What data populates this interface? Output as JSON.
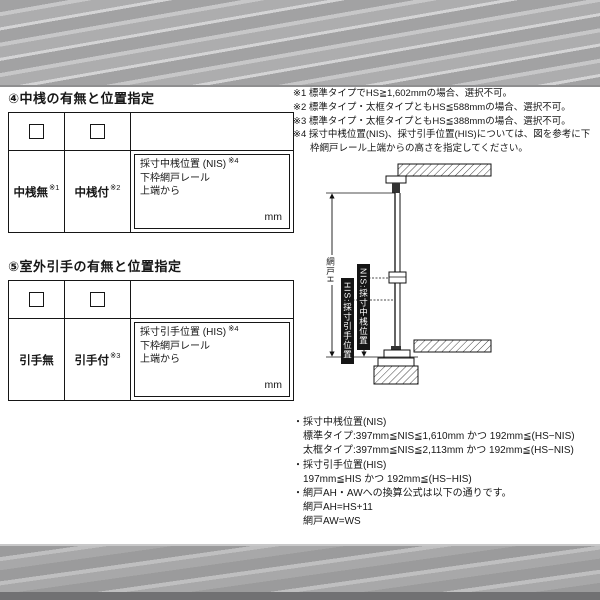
{
  "sections": {
    "s4": {
      "heading": "④中桟の有無と位置指定",
      "opt1": "中桟無",
      "opt1_note": "※1",
      "opt2": "中桟付",
      "opt2_note": "※2",
      "box_title": "採寸中桟位置 (NIS)",
      "box_note": "※4",
      "box_body1": "下枠網戸レール",
      "box_body2": "上端から",
      "unit": "mm"
    },
    "s5": {
      "heading": "⑤室外引手の有無と位置指定",
      "opt1": "引手無",
      "opt2": "引手付",
      "opt2_note": "※3",
      "box_title": "採寸引手位置 (HIS)",
      "box_note": "※4",
      "box_body1": "下枠網戸レール",
      "box_body2": "上端から",
      "unit": "mm"
    }
  },
  "notes": [
    "※1 標準タイプでHS≧1,602mmの場合、選択不可。",
    "※2 標準タイプ・太框タイプともHS≦588mmの場合、選択不可。",
    "※3 標準タイプ・太框タイプともHS≦388mmの場合、選択不可。",
    "※4 採寸中桟位置(NIS)、採寸引手位置(HIS)については、図を参考に下枠網戸レール上端からの高さを指定してください。"
  ],
  "diagram": {
    "dim_h": "網戸H",
    "dim_his": "HIS:採寸引手位置",
    "dim_nis": "NIS:採寸中桟位置"
  },
  "specs": [
    "・採寸中桟位置(NIS)",
    "標準タイプ:397mm≦NIS≦1,610mm かつ 192mm≦(HS−NIS)",
    "太框タイプ:397mm≦NIS≦2,113mm かつ 192mm≦(HS−NIS)",
    "・採寸引手位置(HIS)",
    "197mm≦HIS かつ 192mm≦(HS−HIS)",
    "・網戸AH・AWへの換算公式は以下の通りです。",
    "網戸AH=HS+11",
    "網戸AW=WS"
  ],
  "colors": {
    "ink": "#161616",
    "band_gray": "#a8a8a9"
  }
}
